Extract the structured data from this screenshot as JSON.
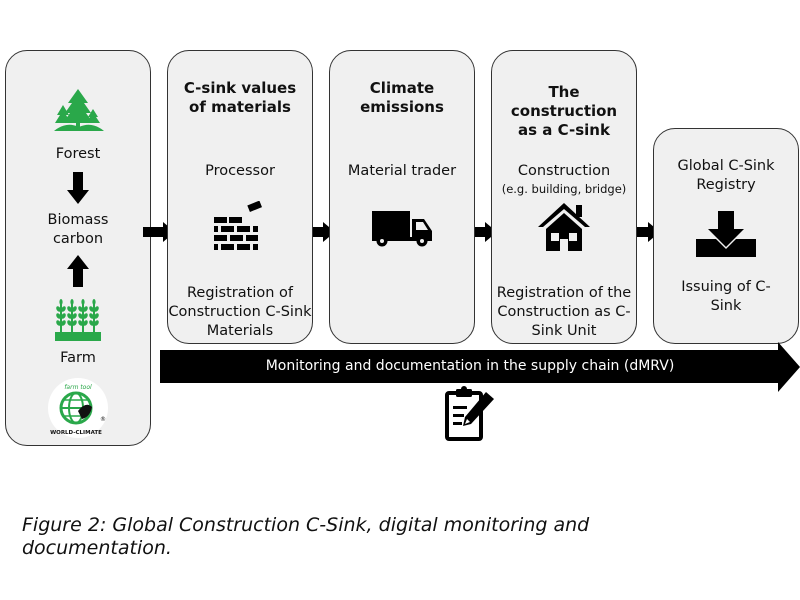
{
  "colors": {
    "green": "#2aa84a",
    "box_fill": "#f0f0f0",
    "border": "#333333",
    "arrow": "#000000"
  },
  "source": {
    "forest_label": "Forest",
    "biomass_label": "Biomass\ncarbon",
    "farm_label": "Farm",
    "logo": {
      "top_text": "farm tool",
      "bottom_text": "WORLD-CLIMATE",
      "mark": "®"
    },
    "icons": [
      "forest-icon",
      "arrow-down-icon",
      "arrow-up-icon",
      "wheat-field-icon",
      "world-climate-logo"
    ]
  },
  "stages": [
    {
      "title": "C-sink values of materials",
      "role": "Processor",
      "icon": "brick-wall-icon",
      "note": "Registration of Construction C-Sink Materials"
    },
    {
      "title": "Climate emissions",
      "role": "Material trader",
      "icon": "truck-icon",
      "note": ""
    },
    {
      "title": "The construction as a C-sink",
      "role": "Construction",
      "role_detail": "(e.g. building, bridge)",
      "icon": "house-icon",
      "note": "Registration of the Construction as C-Sink Unit"
    },
    {
      "title": "",
      "role": "Global C-Sink Registry",
      "icon": "download-tray-icon",
      "note": "Issuing of C-Sink"
    }
  ],
  "monitoring_band": {
    "label": "Monitoring and documentation in the supply chain (dMRV)",
    "icon": "clipboard-pen-icon"
  },
  "caption": "Figure 2: Global Construction C-Sink, digital monitoring and documentation."
}
